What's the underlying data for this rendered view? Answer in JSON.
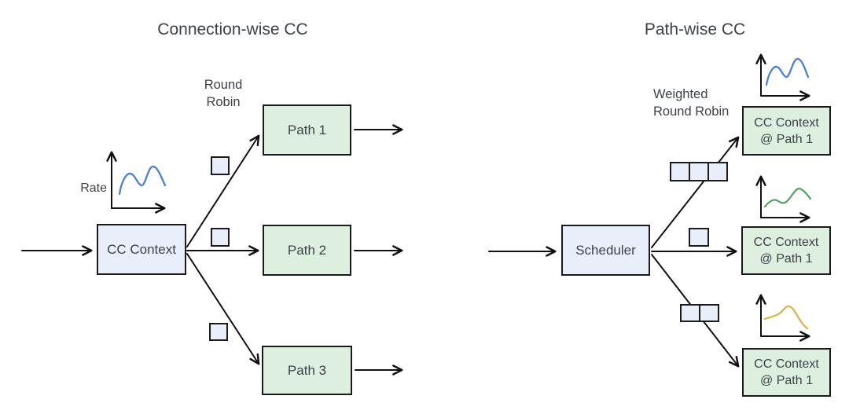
{
  "diagram": {
    "left": {
      "title": "Connection-wise CC",
      "scheduler_algo": [
        "Round",
        "Robin"
      ],
      "rate_label": "Rate",
      "source": "CC Context",
      "targets": [
        "Path 1",
        "Path 2",
        "Path 3"
      ],
      "packets_per_link": [
        1,
        1,
        1
      ]
    },
    "right": {
      "title": "Path-wise CC",
      "scheduler_algo": [
        "Weighted",
        "Round Robin"
      ],
      "source": "Scheduler",
      "targets": [
        {
          "line1": "CC Context",
          "line2": "@ Path 1"
        },
        {
          "line1": "CC Context",
          "line2": "@ Path 1"
        },
        {
          "line1": "CC Context",
          "line2": "@ Path 1"
        }
      ],
      "packets_per_link": [
        3,
        1,
        2
      ]
    },
    "colors": {
      "scheduler_box_fill": "#e9eefb",
      "path_box_fill": "#ddefdf",
      "packet_fill": "#e9eefb",
      "stroke": "#111111",
      "text": "#3d4248",
      "rate_curve_blue": "#4d7fd6",
      "rate_curve_green": "#55a469",
      "rate_curve_orange": "#e0b053"
    }
  }
}
